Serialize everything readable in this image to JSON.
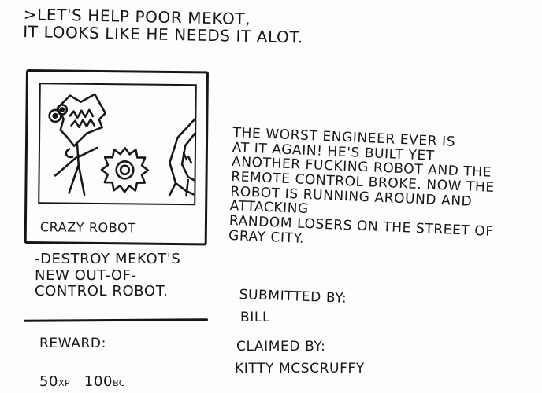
{
  "intro_text": ">LET'S HELP POOR MEKOT,\nIT LOOKS LIKE HE NEEDS IT ALOT.",
  "image": {
    "caption": "CRAZY ROBOT"
  },
  "objective": "-DESTROY MEKOT'S\nNEW OUT-OF-\nCONTROL ROBOT.",
  "reward": {
    "label": "REWARD:",
    "xp_value": "50",
    "xp_unit": "XP",
    "bc_value": "100",
    "bc_unit": "BC"
  },
  "description": "THE WORST ENGINEER EVER IS\nAT IT AGAIN! HE'S BUILT YET\nANOTHER FUCKING ROBOT AND THE\nREMOTE CONTROL BROKE. NOW THE\nROBOT IS RUNNING AROUND AND ATTACKING\nRANDOM LOSERS ON THE STREET OF\nGRAY CITY.",
  "submitted": {
    "label": "SUBMITTED BY:",
    "name": "BILL"
  },
  "claimed": {
    "label": "CLAIMED BY:",
    "name": "KITTY MCSCRUFFY"
  },
  "colors": {
    "ink": "#161616",
    "paper": "#fdfdfb"
  }
}
